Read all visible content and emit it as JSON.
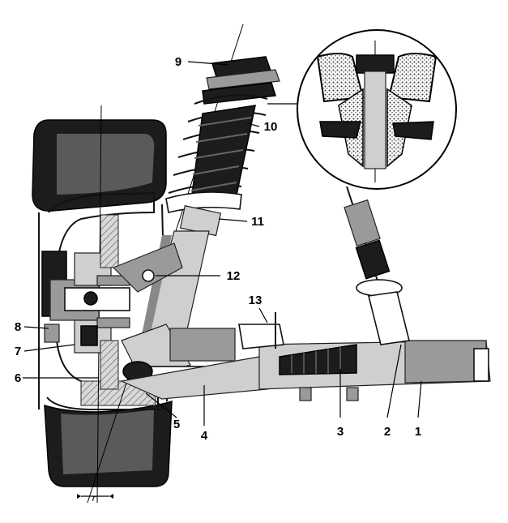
{
  "callouts": [
    {
      "id": "1",
      "text": "1"
    },
    {
      "id": "2",
      "text": "2"
    },
    {
      "id": "3",
      "text": "3"
    },
    {
      "id": "4",
      "text": "4"
    },
    {
      "id": "5",
      "text": "5"
    },
    {
      "id": "6",
      "text": "6"
    },
    {
      "id": "7",
      "text": "7"
    },
    {
      "id": "8",
      "text": "8"
    },
    {
      "id": "9",
      "text": "9"
    },
    {
      "id": "10",
      "text": "10"
    },
    {
      "id": "11",
      "text": "11"
    },
    {
      "id": "12",
      "text": "12"
    },
    {
      "id": "13",
      "text": "13"
    }
  ],
  "offset_symbol": "r",
  "colors": {
    "ink": "#111111",
    "paper": "#ffffff",
    "hatch": "#9a9a9a"
  }
}
